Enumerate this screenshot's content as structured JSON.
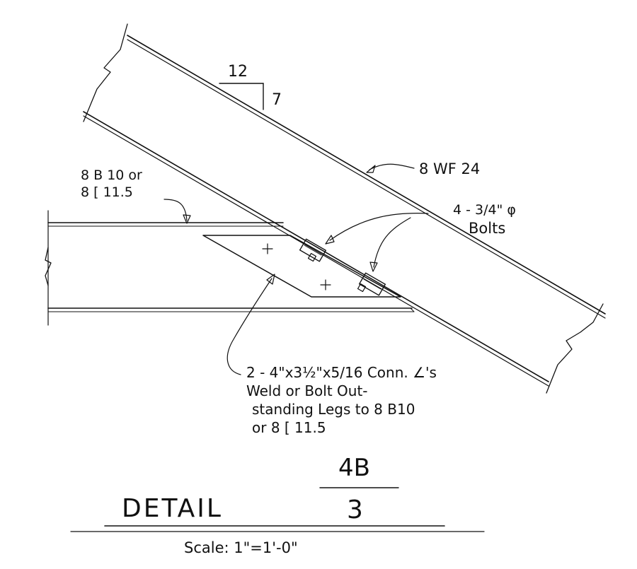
{
  "slope": {
    "run": "12",
    "rise": "7"
  },
  "labels": {
    "rafter": "8 WF 24",
    "purlin_line1": "8 B 10 or",
    "purlin_line2": "8 [ 11.5",
    "bolts_line1": "4 - 3/4\" φ",
    "bolts_line2": "Bolts",
    "angles_line1": "2 - 4\"x3½\"x5/16 Conn. ∠'s",
    "angles_line2": "Weld or Bolt Out-",
    "angles_line3": "standing Legs to 8 B10",
    "angles_line4": "or 8 [ 11.5"
  },
  "detail": {
    "word": "DETAIL",
    "number": "4B",
    "sheet": "3",
    "scale": "Scale: 1\"=1'-0\""
  }
}
